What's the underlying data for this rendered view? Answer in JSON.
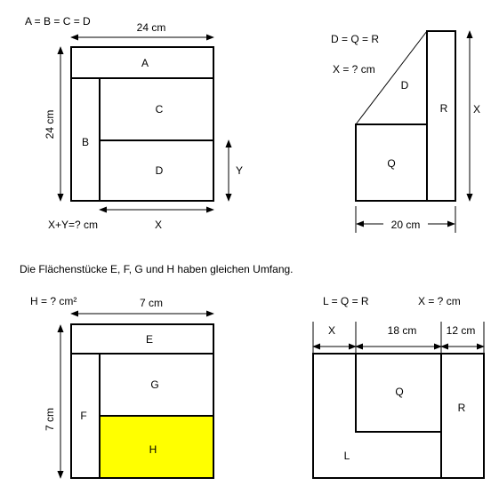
{
  "puzzle1": {
    "condition": "A = B = C = D",
    "width_label": "24 cm",
    "height_label": "24 cm",
    "question": "X+Y=? cm",
    "x_label": "X",
    "y_label": "Y",
    "regions": {
      "a": "A",
      "b": "B",
      "c": "C",
      "d": "D"
    }
  },
  "puzzle2": {
    "condition": "D = Q = R",
    "question": "X = ? cm",
    "width_label": "20 cm",
    "x_label": "X",
    "regions": {
      "d": "D",
      "q": "Q",
      "r": "R"
    }
  },
  "statement": "Die Flächenstücke E, F, G und H haben gleichen Umfang.",
  "puzzle3": {
    "question": "H = ? cm²",
    "width_label": "7 cm",
    "height_label": "7 cm",
    "regions": {
      "e": "E",
      "f": "F",
      "g": "G",
      "h": "H"
    },
    "highlight_color": "#ffff00"
  },
  "puzzle4": {
    "condition": "L = Q = R",
    "question": "X = ? cm",
    "x_label": "X",
    "mid_label": "18 cm",
    "right_label": "12 cm",
    "regions": {
      "l": "L",
      "q": "Q",
      "r": "R"
    }
  }
}
